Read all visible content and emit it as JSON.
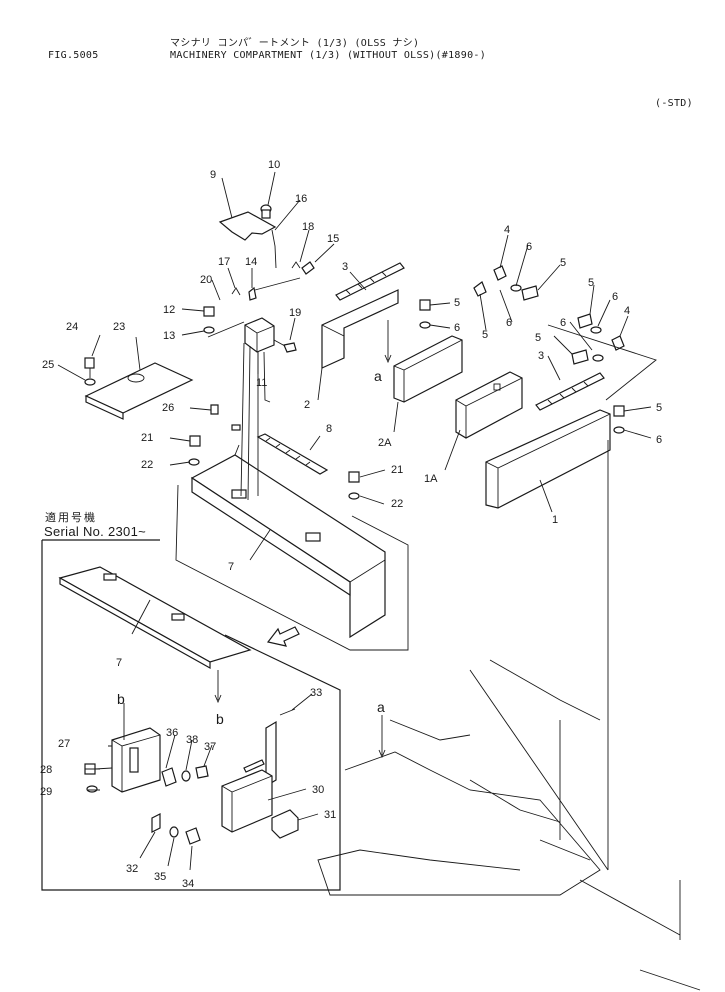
{
  "header": {
    "fig_number": "FIG.5005",
    "title_jp": "マシナリ コンパ゛ートメント (1/3) (OLSS ナシ)",
    "title_en": "MACHINERY COMPARTMENT (1/3) (WITHOUT OLSS)(#1890-)",
    "std_tag": "(-STD)"
  },
  "serial": {
    "label_jp": "適用号機",
    "label_en": "Serial No. 2301~"
  },
  "callouts": {
    "c1": "1",
    "c1a": "1A",
    "c2": "2",
    "c2a": "2A",
    "c3a": "3",
    "c3b": "3",
    "c4a": "4",
    "c4b": "4",
    "c5a": "5",
    "c5b": "5",
    "c5c": "5",
    "c5d": "5",
    "c5e": "5",
    "c5f": "5",
    "c6a": "6",
    "c6b": "6",
    "c6c": "6",
    "c6d": "6",
    "c6e": "6",
    "c6f": "6",
    "c7a": "7",
    "c7b": "7",
    "c8": "8",
    "c9": "9",
    "c10": "10",
    "c11": "11",
    "c12": "12",
    "c13": "13",
    "c14": "14",
    "c15": "15",
    "c16": "16",
    "c17": "17",
    "c18": "18",
    "c19": "19",
    "c20": "20",
    "c21a": "21",
    "c21b": "21",
    "c22a": "22",
    "c22b": "22",
    "c23": "23",
    "c24": "24",
    "c25": "25",
    "c26": "26",
    "c27": "27",
    "c28": "28",
    "c29": "29",
    "c30": "30",
    "c31": "31",
    "c32": "32",
    "c33": "33",
    "c34": "34",
    "c35": "35",
    "c36": "36",
    "c37": "37",
    "c38": "38",
    "ref_a1": "a",
    "ref_a2": "a",
    "ref_b1": "b",
    "ref_b2": "b"
  }
}
